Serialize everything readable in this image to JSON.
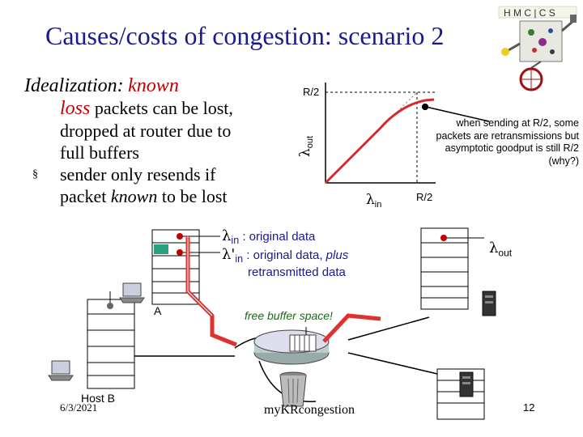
{
  "slide": {
    "title": "Causes/costs of congestion: scenario 2",
    "date": "6/3/2021",
    "footer": "myKRcongestion",
    "page_number": "12"
  },
  "bullets": {
    "idealization_label": "Idealization:",
    "known": "known",
    "loss": "loss",
    "line1_rest": "packets can be lost,",
    "line2": "dropped at router due  to",
    "line3": "full buffers",
    "line4_bullet": "§",
    "line4": "sender only resends if",
    "line5_a": "packet",
    "line5_known": "known",
    "line5_b": "to be lost"
  },
  "graph": {
    "y_tick": "R/2",
    "x_tick": "R/2",
    "y_label_greek": "λ",
    "y_label_sub": "out",
    "x_label_greek": "λ",
    "x_label_sub": "in"
  },
  "note": "when sending at R/2, some packets are retransmissions but asymptotic goodput is still R/2 (why?)",
  "legend": {
    "lin_greek": "λ",
    "lin_sub": "in",
    "lin_text": ": original data",
    "lpin_greek": "λ'",
    "lpin_sub": "in",
    "lpin_text": ": original data,",
    "lpin_plus": "plus",
    "lpin_text2": "retransmitted data",
    "lout_greek": "λ",
    "lout_sub": "out"
  },
  "network": {
    "host_a": "A",
    "host_b": "Host B",
    "free_buffer": "free buffer space!"
  },
  "colors": {
    "title": "#1a1a8c",
    "loss_text": "#c00000",
    "curve": "#d62a2a",
    "path": "#e03030",
    "legend": "#1a1a8c"
  }
}
